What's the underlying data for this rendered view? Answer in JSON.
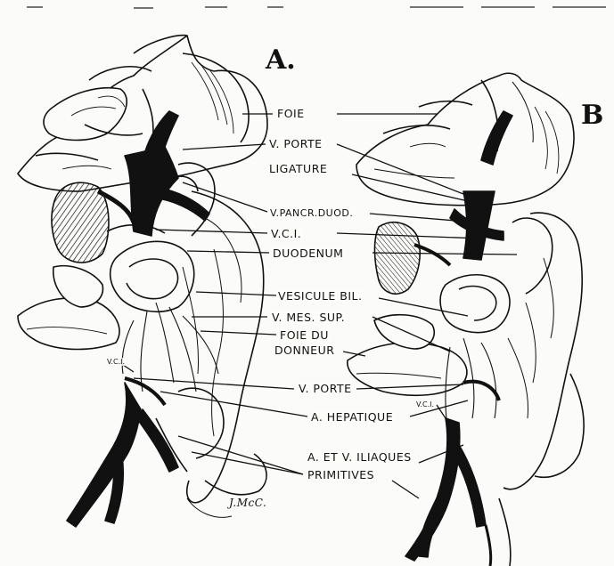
{
  "panels": {
    "a": "A.",
    "b": "B"
  },
  "labels": {
    "foie": "FOIE",
    "v_porte_top": "V. PORTE",
    "ligature": "LIGATURE",
    "v_pancr_duod": "V.PANCR.DUOD.",
    "vci": "V.C.I.",
    "duodenum": "DUODENUM",
    "vesicule_bil": "VESICULE BIL.",
    "v_mes_sup": "V. MES. SUP.",
    "foie_du_donneur_1": "FOIE DU",
    "foie_du_donneur_2": "DONNEUR",
    "v_porte_bottom": "V. PORTE",
    "a_hepatique": "A. HEPATIQUE",
    "iliaques_1": "A. ET V. ILIAQUES",
    "iliaques_2": "PRIMITIVES",
    "vci_left": "V.C.I.",
    "vci_right": "V.C.I."
  },
  "signature": "J.McC."
}
